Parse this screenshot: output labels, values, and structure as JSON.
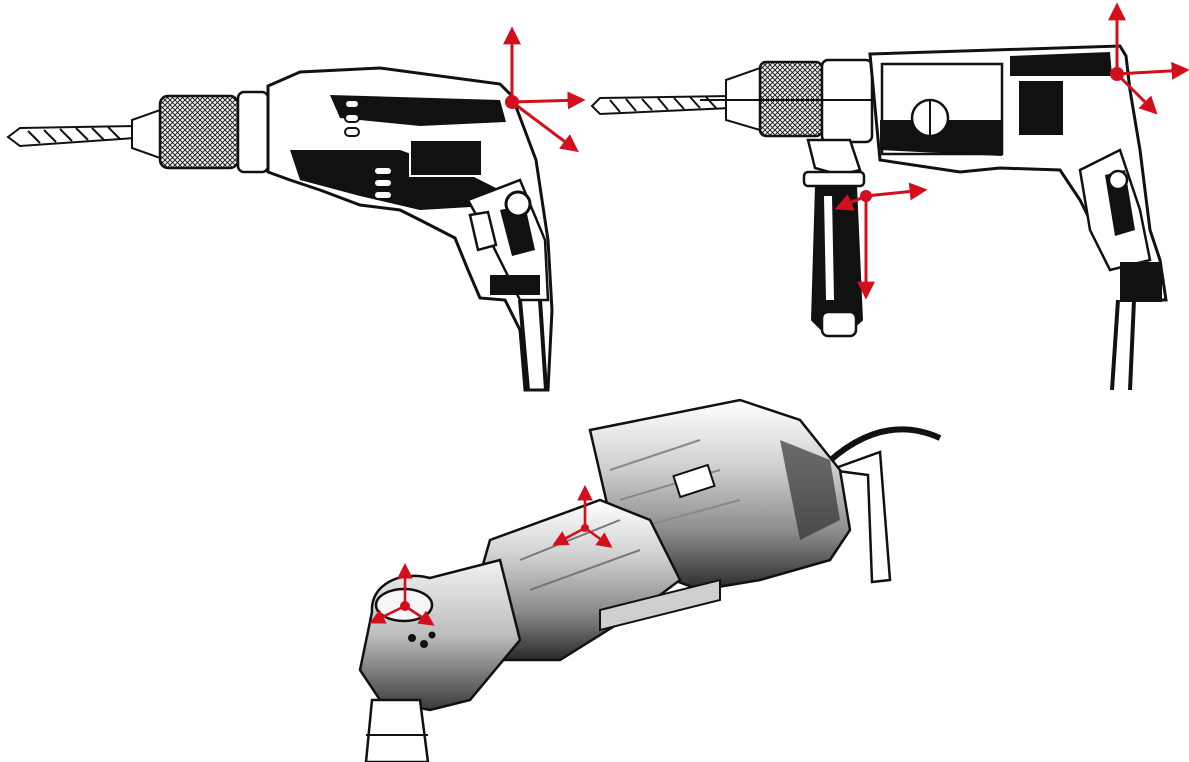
{
  "figure": {
    "description_items": [
      "pistol-grip-drill",
      "hammer-drill-with-side-handle",
      "right-angle-drill"
    ]
  },
  "colors": {
    "background": "#ffffff",
    "ink": "#111111",
    "mid": "#6b6b6b",
    "light": "#d9d9d9",
    "axis": "#d40f1c"
  },
  "icons": {
    "axis_triad": "triad-arrows-icon",
    "drill": "drill-icon"
  }
}
